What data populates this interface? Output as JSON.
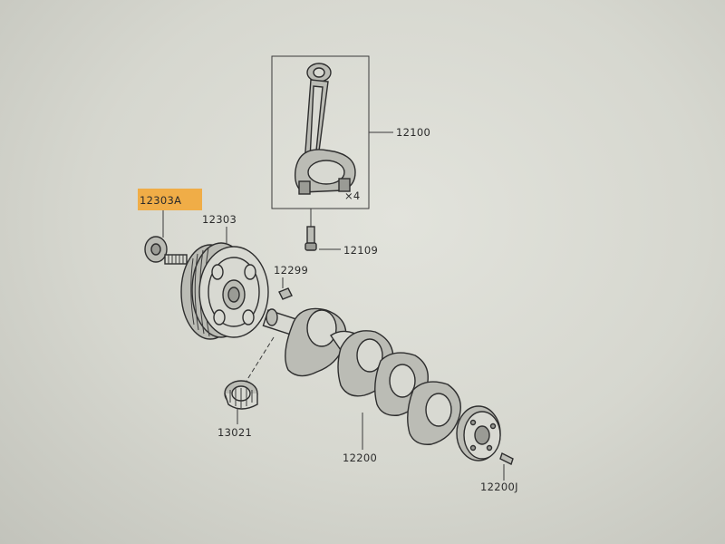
{
  "labels": {
    "connecting_rod": "12100",
    "rod_quantity": "×4",
    "rod_bolt": "12109",
    "pulley_bolt": "12303A",
    "pulley": "12303",
    "woodruff_key": "12299",
    "crankshaft": "12200",
    "bearing": "13021",
    "dowel_pin": "12200J"
  },
  "colors": {
    "highlight": "#f2a93b",
    "line": "#3a3a3a",
    "background": "#d8d9d2"
  }
}
